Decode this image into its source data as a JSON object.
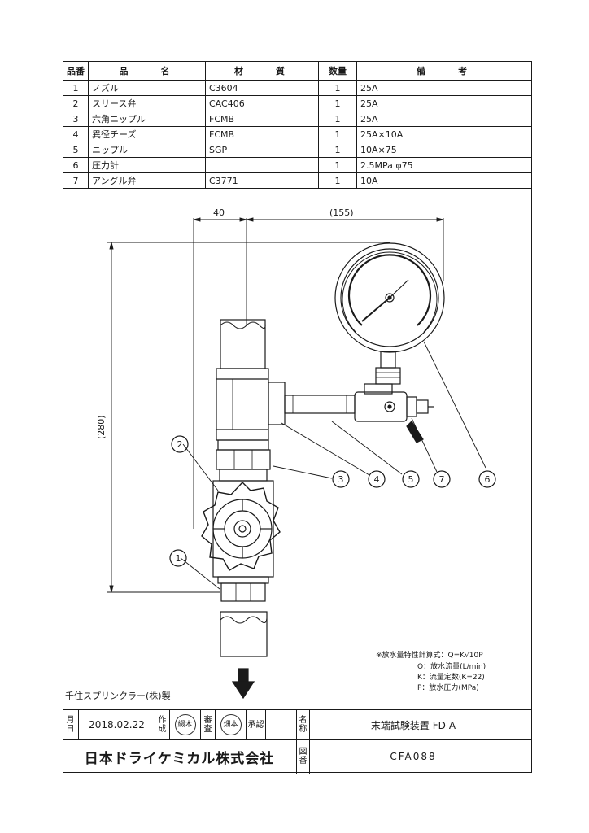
{
  "parts_table": {
    "headers": [
      "品番",
      "品　　名",
      "材　　質",
      "数量",
      "備　　考"
    ],
    "rows": [
      {
        "no": "1",
        "name": "ノズル",
        "material": "C3604",
        "qty": "1",
        "note": "25A"
      },
      {
        "no": "2",
        "name": "スリース弁",
        "material": "CAC406",
        "qty": "1",
        "note": "25A"
      },
      {
        "no": "3",
        "name": "六角ニップル",
        "material": "FCMB",
        "qty": "1",
        "note": "25A"
      },
      {
        "no": "4",
        "name": "異径チーズ",
        "material": "FCMB",
        "qty": "1",
        "note": "25A×10A"
      },
      {
        "no": "5",
        "name": "ニップル",
        "material": "SGP",
        "qty": "1",
        "note": "10A×75"
      },
      {
        "no": "6",
        "name": "圧力計",
        "material": "",
        "qty": "1",
        "note": "2.5MPa φ75"
      },
      {
        "no": "7",
        "name": "アングル弁",
        "material": "C3771",
        "qty": "1",
        "note": "10A"
      }
    ]
  },
  "dimensions": {
    "width_left": "40",
    "width_right": "(155)",
    "height": "(280)"
  },
  "callouts": [
    "1",
    "2",
    "3",
    "4",
    "5",
    "7",
    "6"
  ],
  "formula": {
    "title": "※放水量特性計算式：Q=K√10P",
    "lines": [
      "Q：放水流量(L/min)",
      "K：流量定数(K=22)",
      "P：放水圧力(MPa)"
    ]
  },
  "manufacturer": "千住スプリンクラー(株)製",
  "title_block": {
    "date_label": "月日",
    "date": "2018.02.22",
    "made_label": "作成",
    "made_stamp": "綴木",
    "check_label": "審査",
    "check_stamp": "畑本",
    "approve_label": "承認",
    "name_label": "名称",
    "name": "末端試験装置 FD-A",
    "company": "日本ドライケミカル株式会社",
    "drawing_no_label": "図番",
    "drawing_no": "CFA088"
  },
  "colors": {
    "line": "#1a1a1a",
    "paper": "#ffffff"
  }
}
